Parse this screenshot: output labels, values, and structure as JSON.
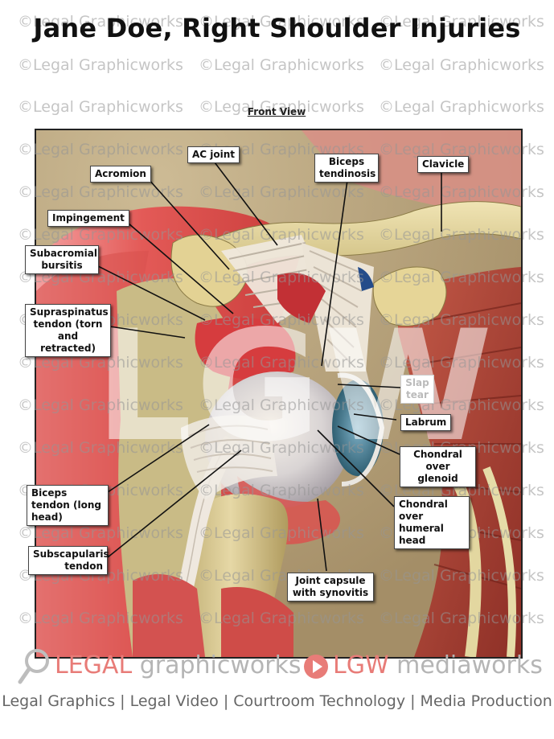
{
  "title": "Jane Doe, Right Shoulder Injuries",
  "subtitle": "Front View",
  "watermark_text": "©Legal Graphicworks",
  "big_watermark": "LGW",
  "labels": {
    "ac_joint": "AC joint",
    "acromion": "Acromion",
    "biceps_tendinosis": "Biceps tendinosis",
    "clavicle": "Clavicle",
    "impingement": "Impingement",
    "subacromial_bursitis": "Subacromial bursitis",
    "supraspinatus": "Supraspinatus tendon (torn and retracted)",
    "slap_tear": "Slap tear",
    "labrum": "Labrum",
    "chondral_glenoid": "Chondral over glenoid",
    "biceps_long_head": "Biceps tendon (long head)",
    "chondral_humeral": "Chondral over humeral head",
    "subscapularis": "Subscapularis tendon",
    "joint_capsule": "Joint capsule with synovitis"
  },
  "branding": {
    "logo_left_red": "LEGAL",
    "logo_left_grey": " graphicworks",
    "logo_right_red": "LGW",
    "logo_right_grey": " mediaworks",
    "tagline": "Legal Graphics | Legal Video | Courtroom Technology | Media Production"
  },
  "icons": [
    "magnifier-icon",
    "play-icon"
  ],
  "colors": {
    "muscle": "#d9524f",
    "bone": "#e2d39c",
    "tendon": "#efe8dc",
    "background_tan": "#c9b48a",
    "brand_red": "#e87c78"
  }
}
